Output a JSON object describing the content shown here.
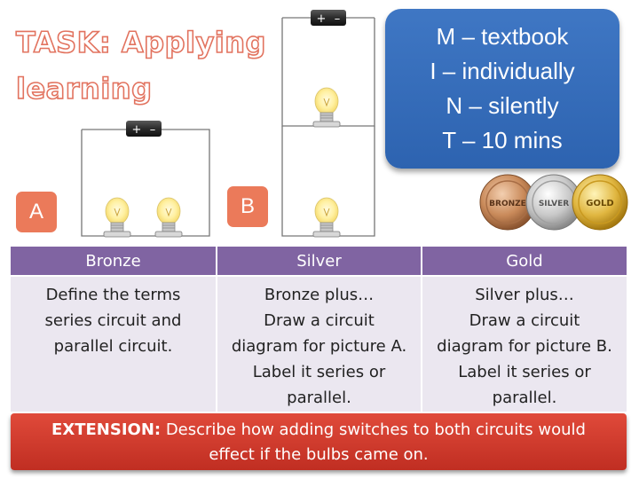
{
  "title": {
    "line1": "TASK: Applying",
    "line2": "learning"
  },
  "mint": [
    {
      "letter": "M",
      "text": "textbook"
    },
    {
      "letter": "I",
      "text": "individually"
    },
    {
      "letter": "N",
      "text": " silently"
    },
    {
      "letter": "T",
      "text": "10 mins"
    }
  ],
  "mint_separator": " – ",
  "labels": {
    "a": "A",
    "b": "B"
  },
  "battery_signs": {
    "plus": "+",
    "minus": "–"
  },
  "medal_texts": {
    "bronze": "BRONZE",
    "silver": "SILVER",
    "gold": "GOLD"
  },
  "colors": {
    "title_outline": "#e2735f",
    "mint_box": "#3a70be",
    "badge": "#eb7a5a",
    "table_header": "#8064a2",
    "table_cell": "#ebe7f0",
    "extension_box": "#d03a2c"
  },
  "table": {
    "headers": [
      "Bronze",
      "Silver",
      "Gold"
    ],
    "cells": [
      [
        "Define the terms",
        "series circuit and",
        "parallel circuit."
      ],
      [
        "Bronze plus…",
        "Draw a circuit",
        "diagram for picture A.",
        "Label it series or",
        "parallel."
      ],
      [
        "Silver plus…",
        "Draw a circuit",
        "diagram for picture B.",
        "Label it series or",
        "parallel."
      ]
    ]
  },
  "extension": {
    "label": "EXTENSION:",
    "line1": " Describe how adding switches to both circuits would",
    "line2": "effect if the bulbs came on."
  }
}
